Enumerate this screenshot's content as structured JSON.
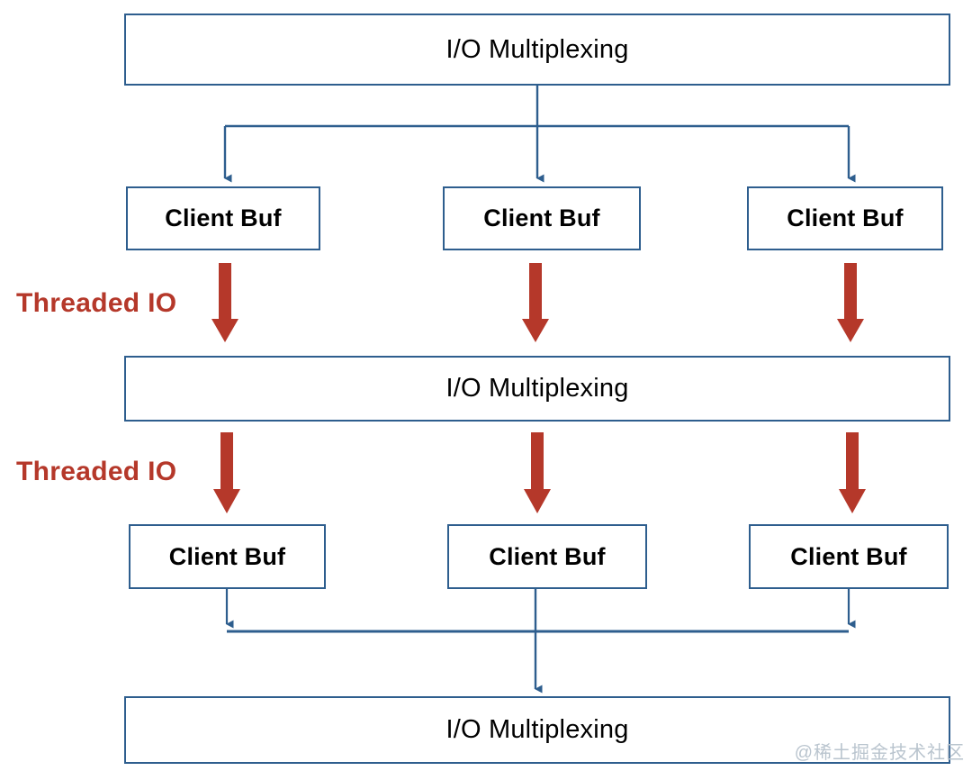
{
  "diagram": {
    "title": "Threaded IO / I-O Multiplexing pipeline",
    "colors": {
      "box_border": "#2E5E8E",
      "connector": "#2E5E8E",
      "arrow_red": "#B5382A",
      "label_red": "#B5382A",
      "background": "#FFFFFF",
      "watermark": "#B9C4CE"
    },
    "nodes": {
      "mux_top": "I/O Multiplexing",
      "mux_mid": "I/O Multiplexing",
      "mux_bottom": "I/O Multiplexing",
      "buf_row1": [
        "Client Buf",
        "Client Buf",
        "Client Buf"
      ],
      "buf_row2": [
        "Client Buf",
        "Client Buf",
        "Client Buf"
      ]
    },
    "labels": {
      "threaded_io_1": "Threaded IO",
      "threaded_io_2": "Threaded IO"
    },
    "watermark": "@稀土掘金技术社区"
  }
}
